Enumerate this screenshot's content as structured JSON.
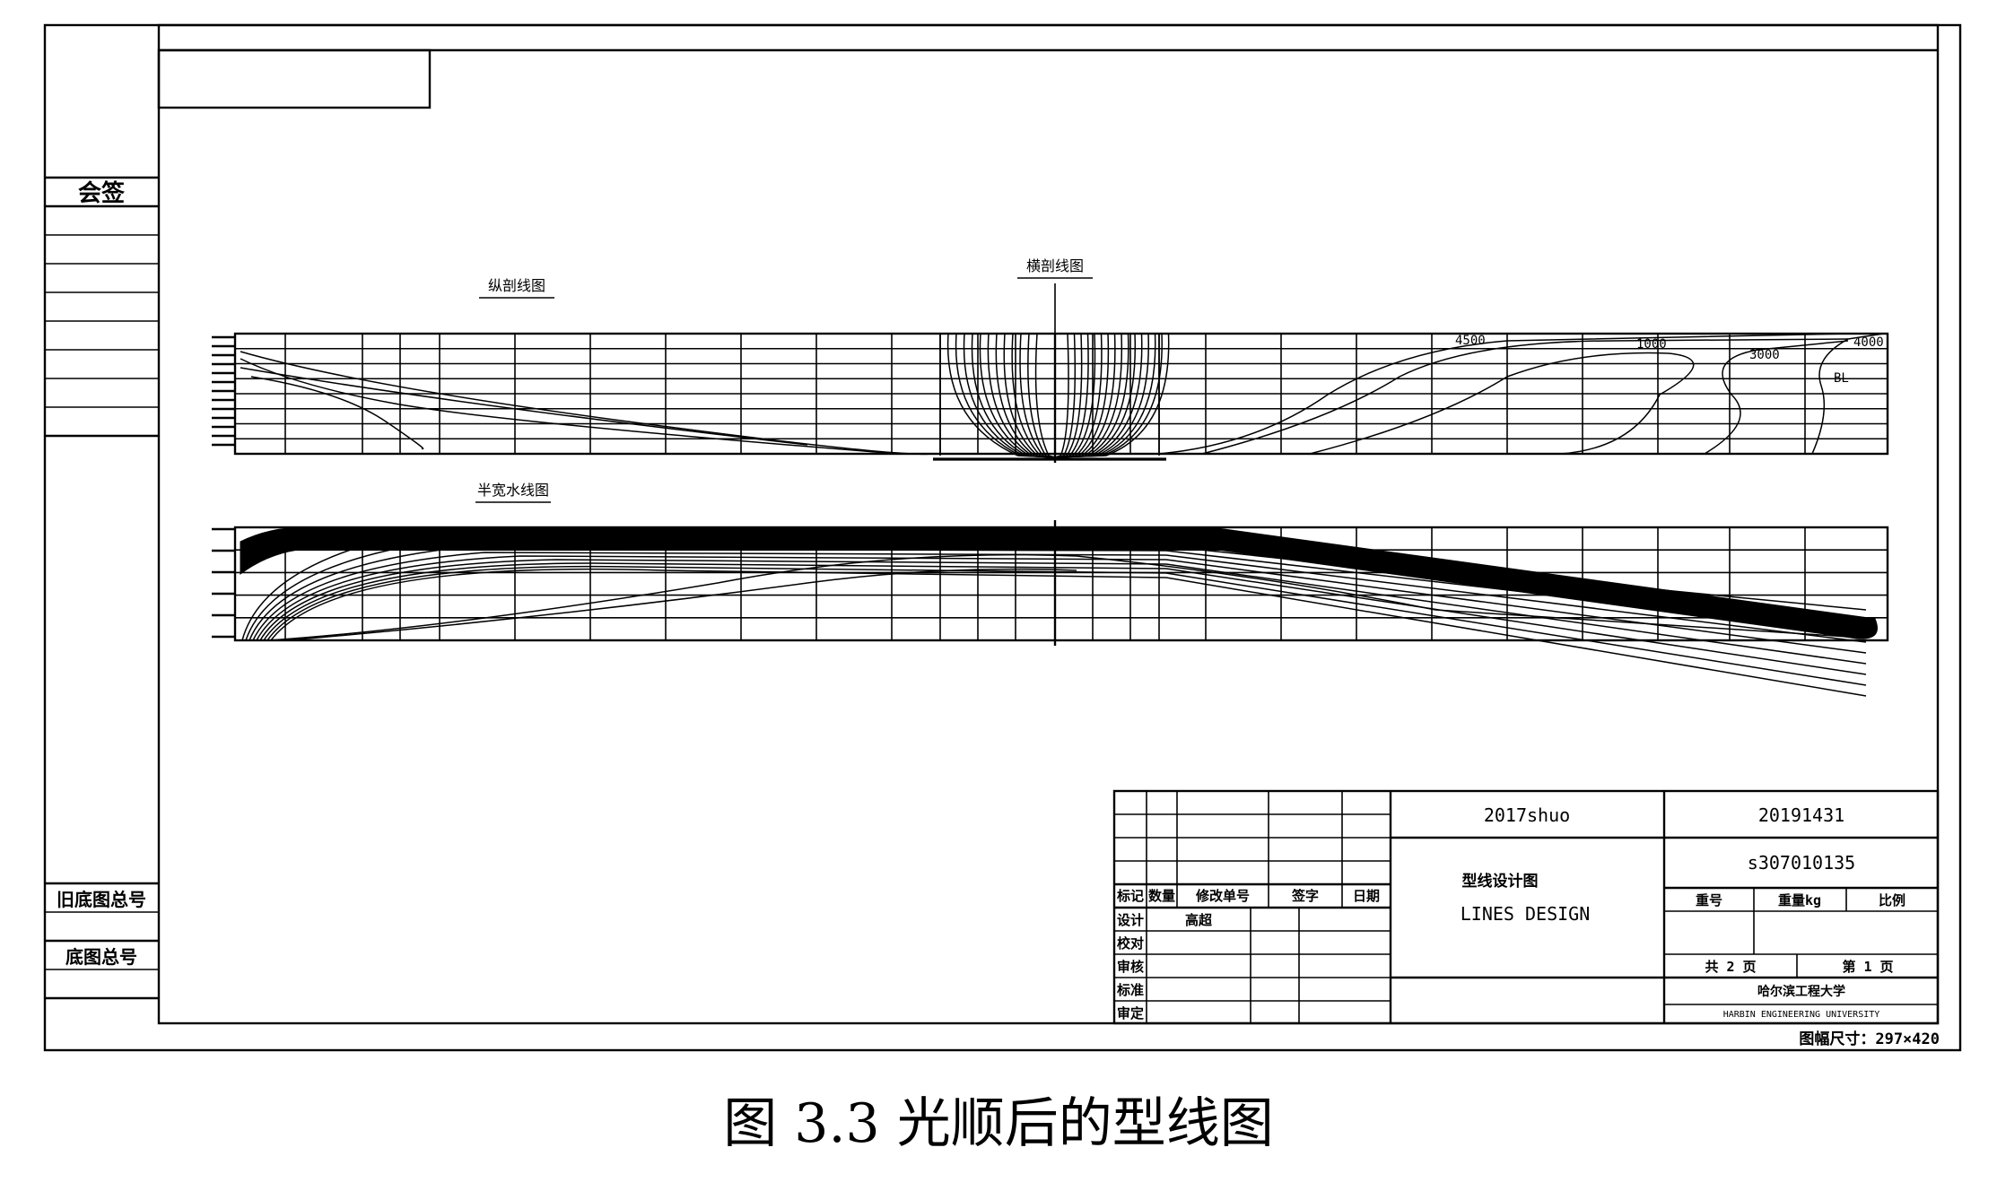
{
  "caption": "图 3.3 光顺后的型线图",
  "margin": {
    "label_top": "会签",
    "label_old_record": "旧底图总号",
    "label_base_record": "底图总号"
  },
  "views": {
    "sheer_label": "纵剖线图",
    "body_label": "横剖线图",
    "half_breadth_label": "半宽水线图",
    "sheer_annotations": [
      "4500",
      "1000",
      "3000",
      "4000",
      "BL"
    ]
  },
  "title_block": {
    "project_code": "2017shuo",
    "student_id": "20191431",
    "drawing_number": "s307010135",
    "drawing_title_cn": "型线设计图",
    "drawing_title_en": "LINES DESIGN",
    "revision_headers": [
      "标记",
      "数量",
      "修改单号",
      "签字",
      "日期"
    ],
    "sign_rows": [
      "设计",
      "校对",
      "审核",
      "标准",
      "审定"
    ],
    "designer_name": "高超",
    "quantity_headers": [
      "重号",
      "重量kg",
      "比例"
    ],
    "sheet_total": "共 2 页",
    "sheet_current": "第 1 页",
    "school_cn": "哈尔滨工程大学",
    "school_en": "HARBIN ENGINEERING UNIVERSITY",
    "sheet_size": "图幅尺寸：297×420"
  }
}
